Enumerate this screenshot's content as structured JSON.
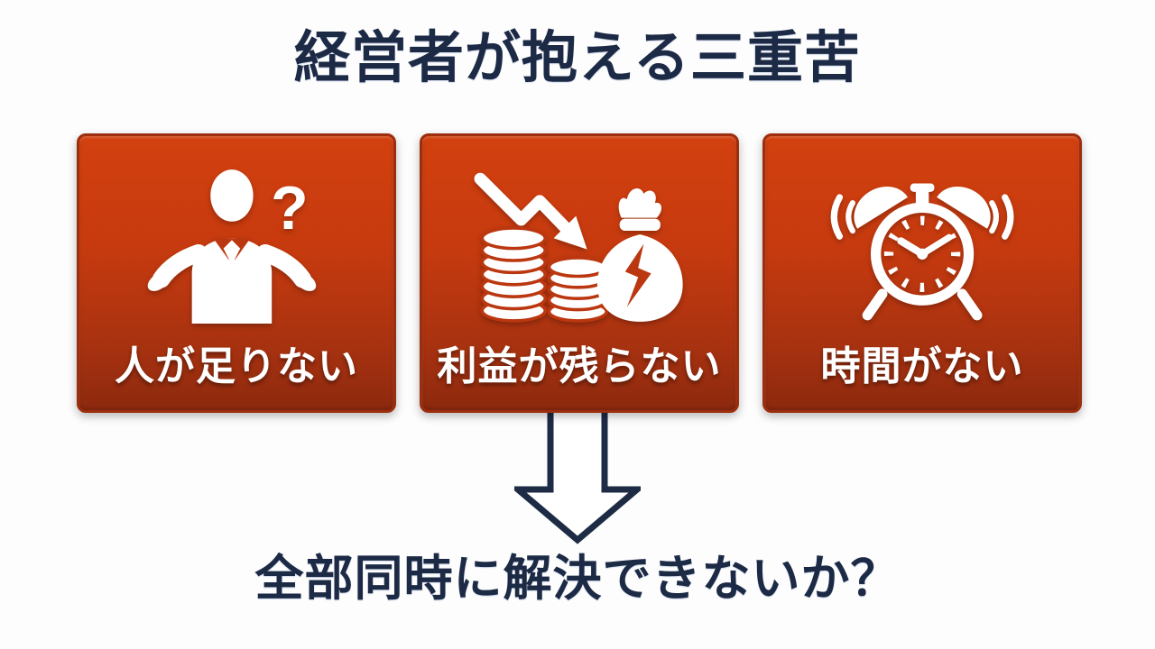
{
  "slide": {
    "title": "経営者が抱える三重苦",
    "cards": [
      {
        "label": "人が足りない",
        "icon": "shrugging-person-question-icon"
      },
      {
        "label": "利益が残らない",
        "icon": "declining-coins-money-bag-icon"
      },
      {
        "label": "時間がない",
        "icon": "alarm-clock-icon"
      }
    ],
    "conclusion": "全部同時に解決できないか？"
  },
  "icons": {
    "question_mark": "?"
  },
  "colors": {
    "card_gradient_top": "#d2400f",
    "card_gradient_bottom": "#8d290e",
    "card_border": "#9c2e0d",
    "icon_cutout_red": "#bb370f",
    "icon_fill": "#ffffff",
    "heading_text": "#1c2a45",
    "card_label_text": "#ffffff",
    "arrow_outline": "#1d2b45",
    "background": "#fdfdfd"
  }
}
